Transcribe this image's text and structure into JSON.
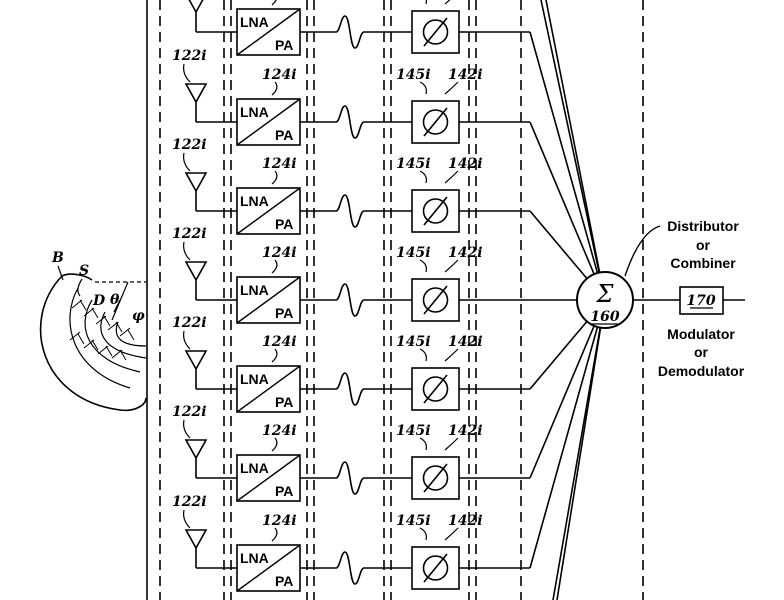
{
  "diagram": {
    "channel_count_visible": 7,
    "labels": {
      "antenna_ref": "122i",
      "amp_ref": "124i",
      "shifter_ref_a": "145i",
      "shifter_ref_b": "142i",
      "amp_top": "LNA",
      "amp_bottom": "PA",
      "sigma": "Σ",
      "sigma_ref": "160",
      "distributor": [
        "Distributor",
        "or",
        "Combiner"
      ],
      "modulator_ref": "170",
      "modulator": [
        "Modulator",
        "or",
        "Demodulator"
      ],
      "beam": "B",
      "surface": "S",
      "distance": "D",
      "theta": "θ",
      "phi": "φ"
    }
  }
}
